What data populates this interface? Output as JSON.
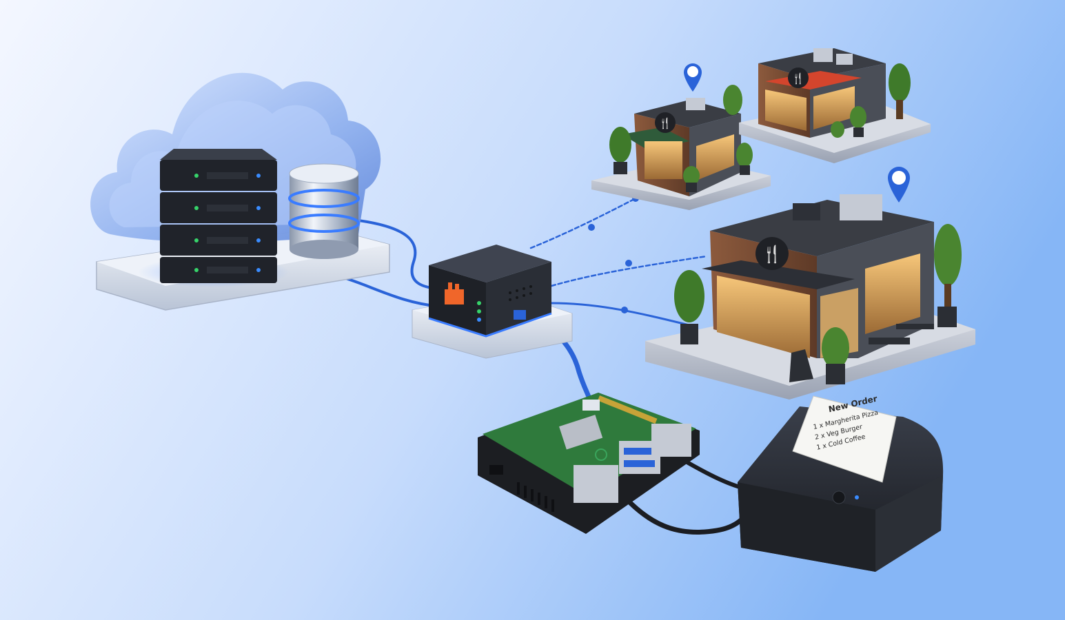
{
  "receipt": {
    "title": "New Order",
    "lines": [
      "1 x Margherita Pizza",
      "2 x Veg Burger",
      "1 x Cold Coffee"
    ]
  },
  "colors": {
    "background_start": "#f2f6ff",
    "background_end": "#8dbaf7",
    "cable_blue": "#2a63d8",
    "device_dark": "#23262d",
    "accent_orange": "#f0662a",
    "led_green": "#36d36a",
    "led_blue": "#3a8cff",
    "awning_green": "#2f5b3a",
    "awning_red": "#d4452d",
    "brick": "#7a4a32",
    "pcb_green": "#2f7a3c"
  },
  "nodes": {
    "cloud": "cloud-server",
    "hub": "message-broker",
    "board": "single-board-computer",
    "printer": "receipt-printer",
    "restaurants": [
      "restaurant-small-left",
      "restaurant-back-right",
      "restaurant-front-large"
    ]
  },
  "icons": [
    "cloud-icon",
    "server-rack-icon",
    "database-icon",
    "hub-icon",
    "fork-knife-icon",
    "location-pin-icon",
    "raspberry-pi-icon",
    "printer-icon",
    "tree-icon"
  ]
}
